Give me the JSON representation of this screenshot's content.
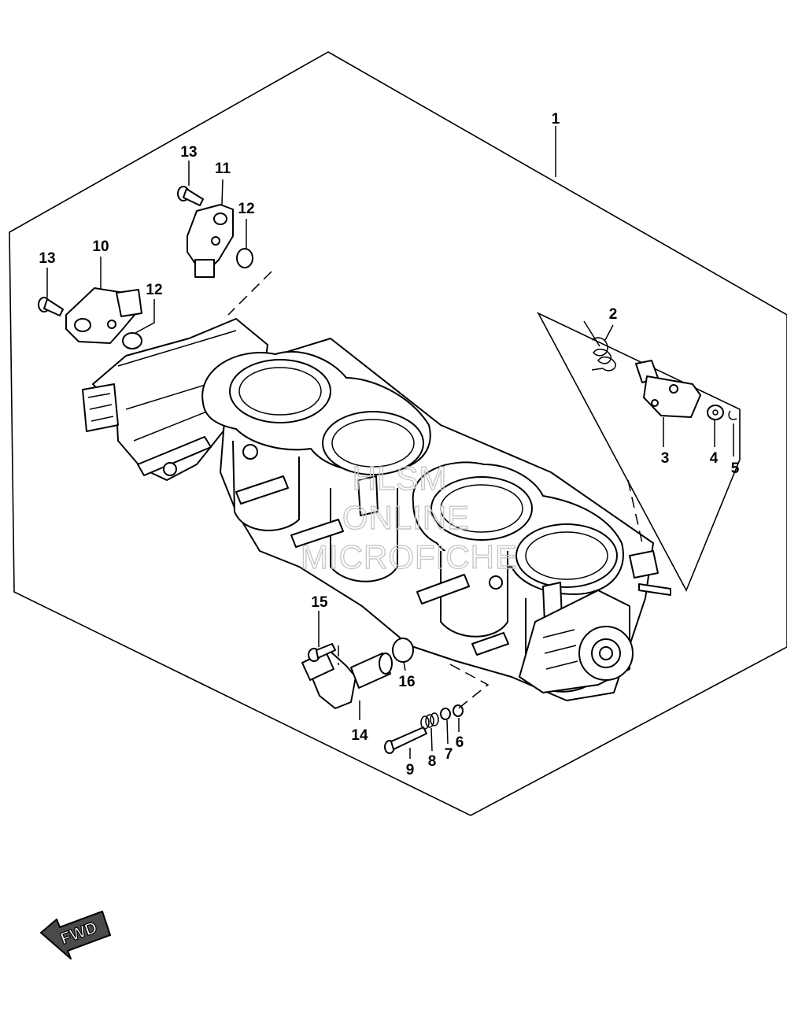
{
  "callouts": [
    {
      "id": "1",
      "label": "1"
    },
    {
      "id": "2",
      "label": "2"
    },
    {
      "id": "3",
      "label": "3"
    },
    {
      "id": "4",
      "label": "4"
    },
    {
      "id": "5",
      "label": "5"
    },
    {
      "id": "6",
      "label": "6"
    },
    {
      "id": "7",
      "label": "7"
    },
    {
      "id": "8",
      "label": "8"
    },
    {
      "id": "9",
      "label": "9"
    },
    {
      "id": "10",
      "label": "10"
    },
    {
      "id": "11",
      "label": "11"
    },
    {
      "id": "12a",
      "label": "12"
    },
    {
      "id": "12b",
      "label": "12"
    },
    {
      "id": "13a",
      "label": "13"
    },
    {
      "id": "13b",
      "label": "13"
    },
    {
      "id": "14",
      "label": "14"
    },
    {
      "id": "15",
      "label": "15"
    },
    {
      "id": "16",
      "label": "16"
    }
  ],
  "watermark": {
    "line1": "HLSM",
    "line2": "ONLINE",
    "line3": "MICROFICHE"
  },
  "fwd_badge": {
    "text": "FWD"
  },
  "colors": {
    "line": "#000000",
    "background": "#ffffff",
    "watermark": "#c8c8c8"
  }
}
